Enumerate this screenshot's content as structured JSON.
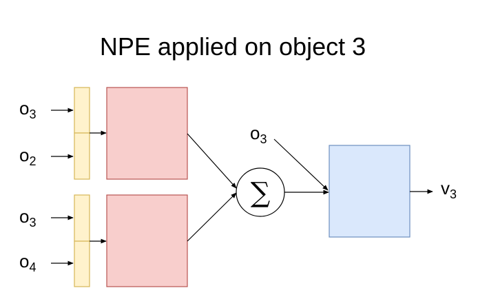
{
  "title": "NPE applied on object 3",
  "inputs": {
    "pair1_top": {
      "base": "o",
      "sub": "3"
    },
    "pair1_bottom": {
      "base": "o",
      "sub": "2"
    },
    "pair2_top": {
      "base": "o",
      "sub": "3"
    },
    "pair2_bottom": {
      "base": "o",
      "sub": "4"
    }
  },
  "focus_input": {
    "base": "o",
    "sub": "3"
  },
  "sum_symbol": "∑",
  "output": {
    "base": "v",
    "sub": "3"
  },
  "colors": {
    "input_cell_fill": "#fff2cc",
    "input_cell_stroke": "#d6b656",
    "pair_encoder_fill": "#f8cecc",
    "pair_encoder_stroke": "#b85450",
    "decoder_fill": "#dae8fc",
    "decoder_stroke": "#6c8ebf"
  }
}
